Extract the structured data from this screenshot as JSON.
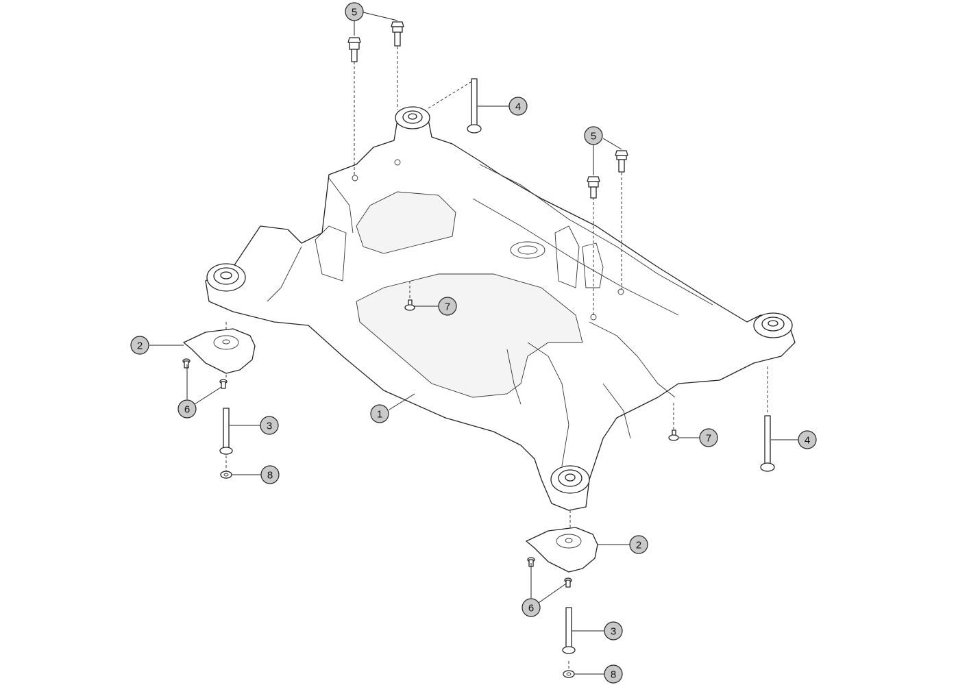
{
  "diagram": {
    "callouts": [
      {
        "id": "c5a",
        "label": "5"
      },
      {
        "id": "c4a",
        "label": "4"
      },
      {
        "id": "c5b",
        "label": "5"
      },
      {
        "id": "c7a",
        "label": "7"
      },
      {
        "id": "c2a",
        "label": "2"
      },
      {
        "id": "c6a",
        "label": "6"
      },
      {
        "id": "c1",
        "label": "1"
      },
      {
        "id": "c3a",
        "label": "3"
      },
      {
        "id": "c8a",
        "label": "8"
      },
      {
        "id": "c7b",
        "label": "7"
      },
      {
        "id": "c4b",
        "label": "4"
      },
      {
        "id": "c2b",
        "label": "2"
      },
      {
        "id": "c6b",
        "label": "6"
      },
      {
        "id": "c3b",
        "label": "3"
      },
      {
        "id": "c8b",
        "label": "8"
      }
    ]
  }
}
